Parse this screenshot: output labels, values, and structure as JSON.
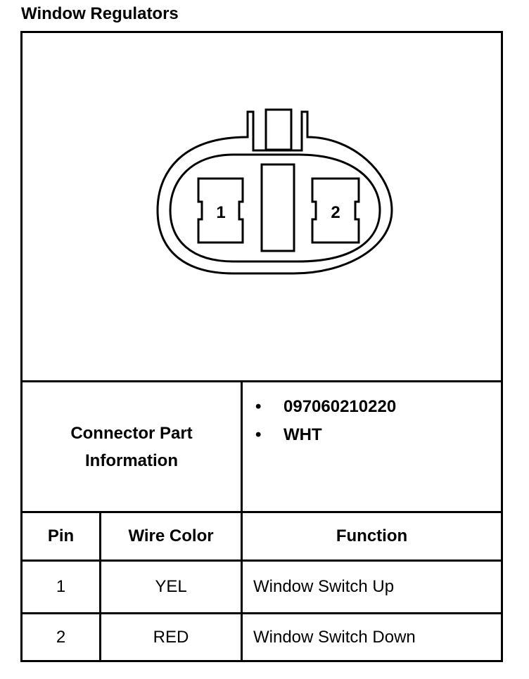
{
  "title": "Window Regulators",
  "connector": {
    "pins": [
      "1",
      "2"
    ]
  },
  "part_info": {
    "label": "Connector Part Information",
    "items": [
      "097060210220",
      "WHT"
    ]
  },
  "table": {
    "headers": [
      "Pin",
      "Wire Color",
      "Function"
    ],
    "rows": [
      {
        "pin": "1",
        "color": "YEL",
        "function": "Window Switch Up"
      },
      {
        "pin": "2",
        "color": "RED",
        "function": "Window Switch Down"
      }
    ]
  }
}
